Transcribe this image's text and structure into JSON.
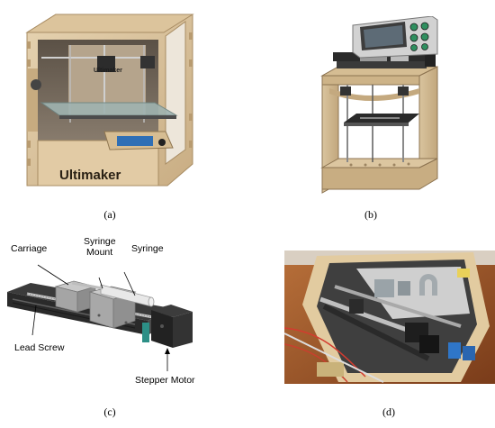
{
  "figure": {
    "panels": [
      {
        "id": "a",
        "label": "(a)",
        "logo_text": "Ultimaker",
        "brand_text": "Ultimaker"
      },
      {
        "id": "b",
        "label": "(b)"
      },
      {
        "id": "c",
        "label": "(c)"
      },
      {
        "id": "d",
        "label": "(d)"
      }
    ],
    "callouts": {
      "carriage": "Carriage",
      "syringe_mount_line1": "Syringe",
      "syringe_mount_line2": "Mount",
      "syringe": "Syringe",
      "lead_screw": "Lead Screw",
      "stepper_motor": "Stepper Motor"
    }
  }
}
